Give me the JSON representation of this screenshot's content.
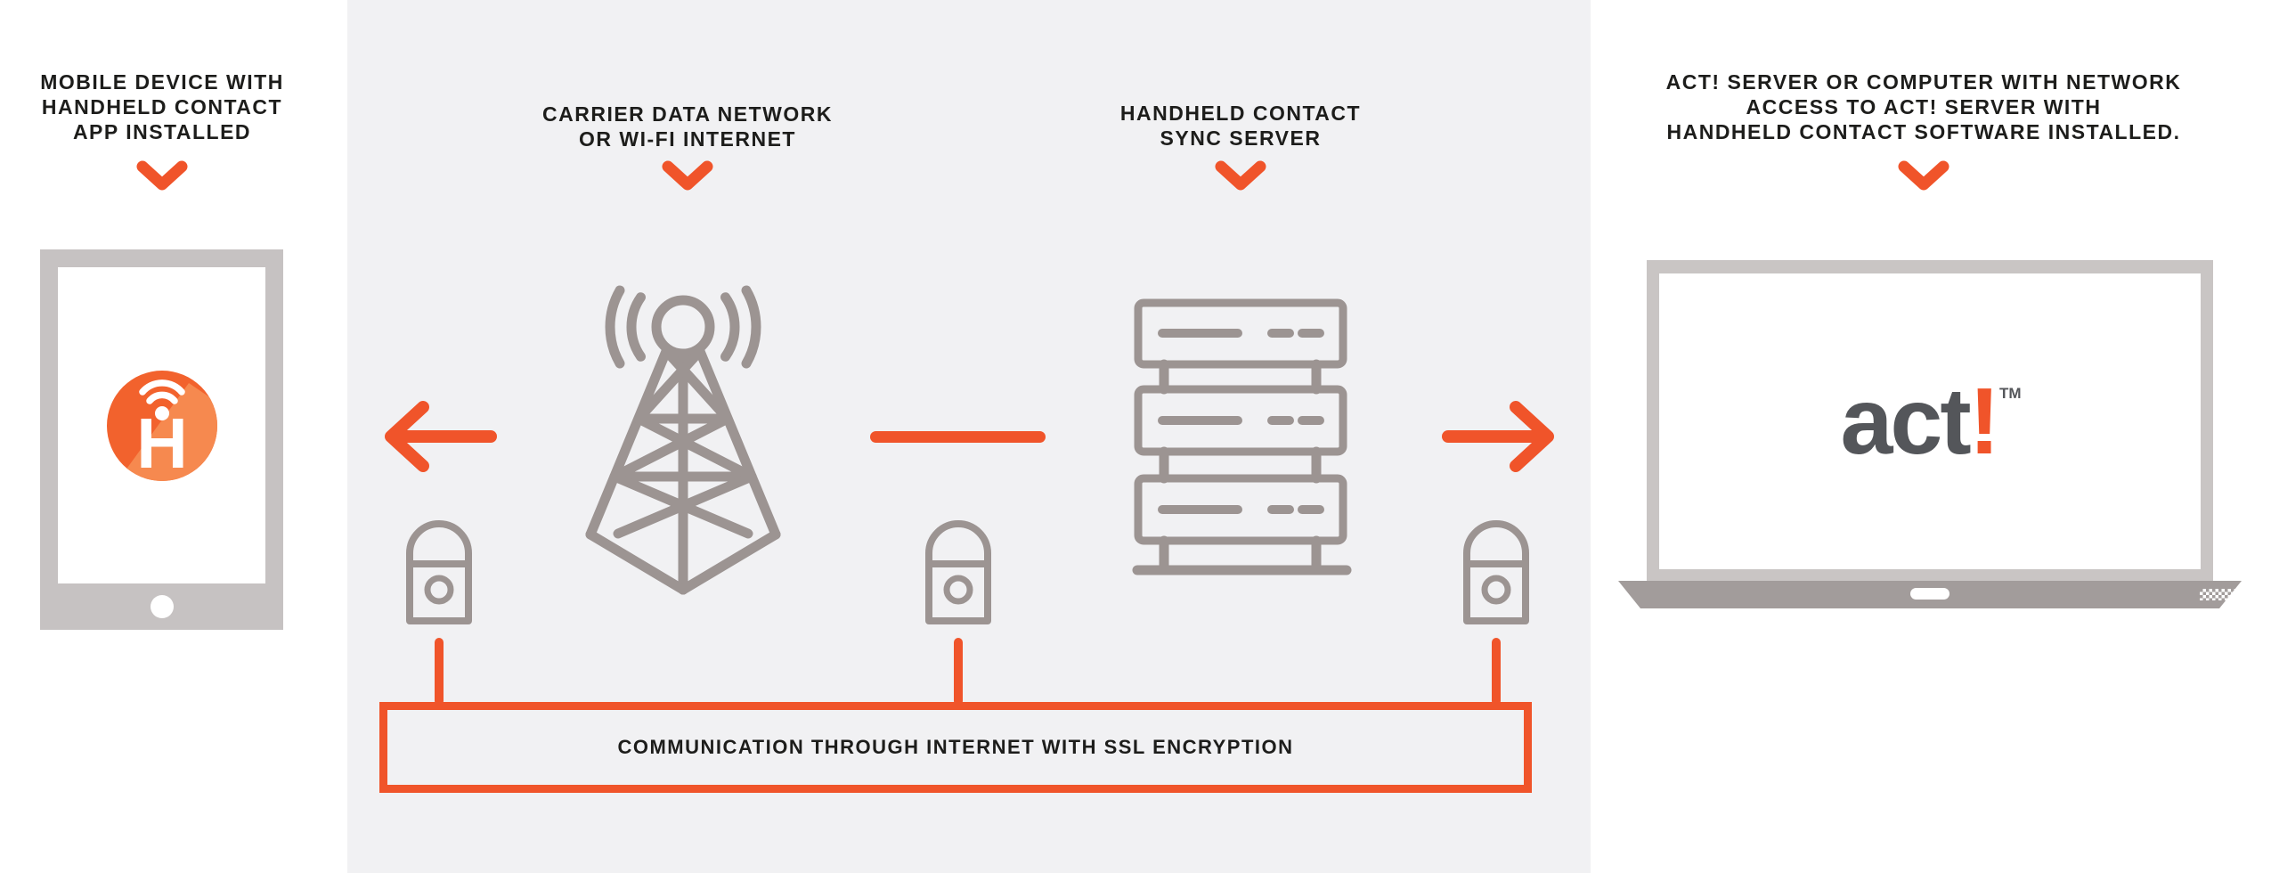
{
  "title": "Handheld Contact to Act! synchronization diagram",
  "colors": {
    "orange": "#F0542A",
    "logo_orange": "#F2622D",
    "logo_orange_light": "#F6894F",
    "icon_gray": "#9C9492",
    "device_gray": "#C6C2C2",
    "laptop_base_gray": "#A29C9B",
    "panel_background": "#F1F1F3",
    "text_dark": "#1D1D1B",
    "act_gray": "#54565A"
  },
  "labels": {
    "mobile": {
      "line1": "MOBILE DEVICE WITH",
      "line2": "HANDHELD CONTACT",
      "line3": "APP INSTALLED"
    },
    "carrier": {
      "line1": "CARRIER DATA NETWORK",
      "line2": "OR WI-FI INTERNET"
    },
    "sync": {
      "line1": "HANDHELD CONTACT",
      "line2": "SYNC SERVER"
    },
    "act": {
      "line1": "ACT! SERVER OR COMPUTER WITH NETWORK",
      "line2": "ACCESS TO ACT! SERVER WITH",
      "line3": "HANDHELD CONTACT SOFTWARE INSTALLED."
    }
  },
  "ssl_box": {
    "label": "COMMUNICATION THROUGH INTERNET WITH SSL ENCRYPTION"
  },
  "act_logo": {
    "text": "act",
    "exclamation": "!",
    "tm": "TM"
  },
  "hc_logo": {
    "letter": "H"
  }
}
